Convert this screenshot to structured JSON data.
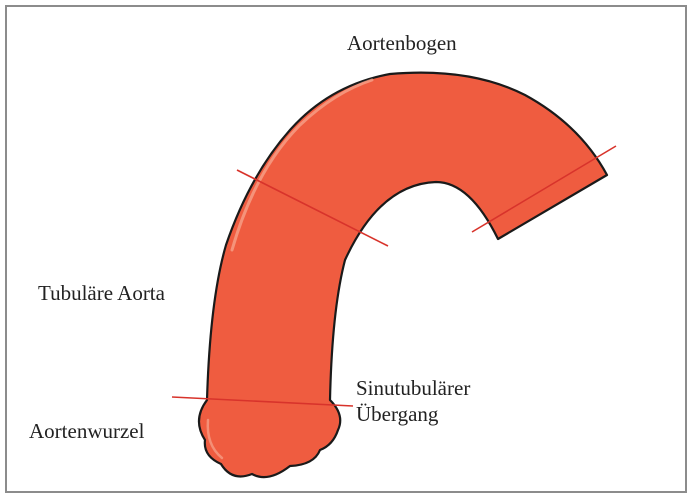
{
  "labels": {
    "aortic_arch": "Aortenbogen",
    "tubular_aorta": "Tubuläre Aorta",
    "aortic_root": "Aortenwurzel",
    "sinotubular_line1": "Sinutubulärer",
    "sinotubular_line2": "Übergang"
  },
  "colors": {
    "aorta_fill": "#ef5c40",
    "aorta_outline": "#1a1a1a",
    "boundary_line": "#d8332b",
    "highlight": "#f7a58d",
    "frame_border": "#8c8c8c"
  }
}
